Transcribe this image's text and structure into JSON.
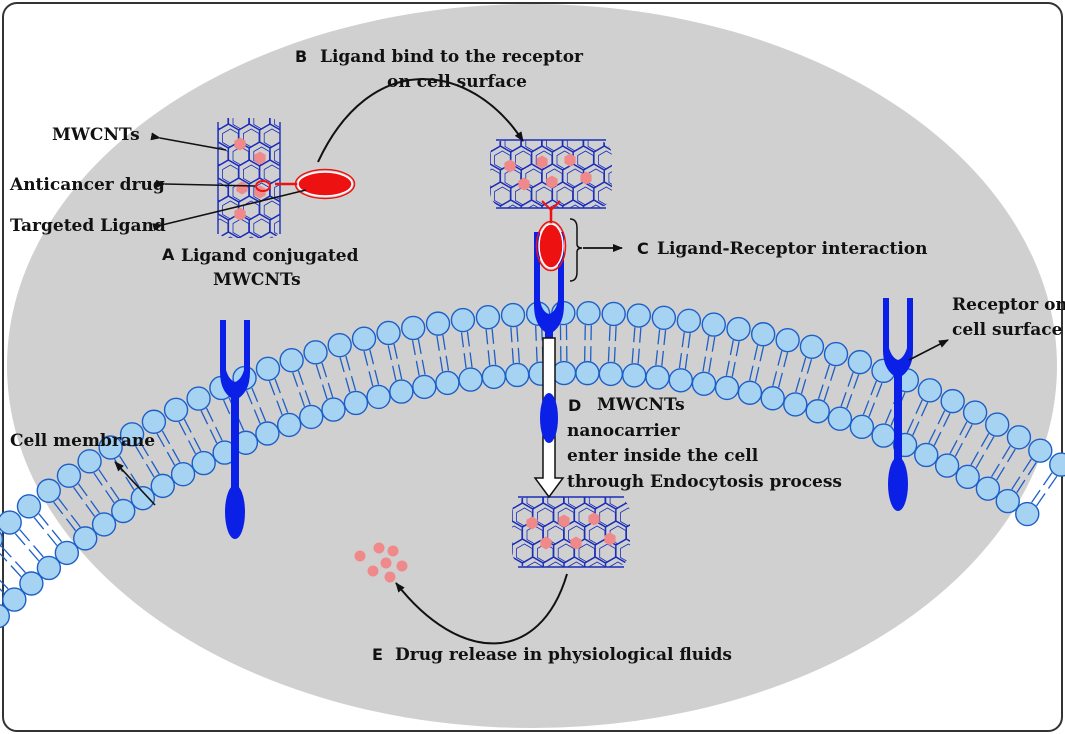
{
  "colors": {
    "background": "#d0d0d0",
    "frame": "#333333",
    "lipid_head": "#a7d3f3",
    "lipid_outline": "#1d5fc8",
    "receptor": "#0b20e6",
    "nanotube": "#1b2fb8",
    "drug": "#f08a8a",
    "ligand": "#ee1111"
  },
  "labels": {
    "mwcnts": "MWCNTs",
    "anticancer_drug": "Anticancer drug",
    "targeted_ligand": "Targeted  Ligand",
    "cell_membrane": "Cell membrane",
    "receptor_line1": "Receptor on",
    "receptor_line2": "cell surface"
  },
  "steps": {
    "a": {
      "letter": "A",
      "line1": "Ligand conjugated",
      "line2": "MWCNTs"
    },
    "b": {
      "letter": "B",
      "line1": "Ligand bind to the receptor",
      "line2": "on cell surface"
    },
    "c": {
      "letter": "C",
      "line1": "Ligand-Receptor interaction"
    },
    "d": {
      "letter": "D",
      "line1": "MWCNTs",
      "line2": "nanocarrier",
      "line3": "enter inside the cell",
      "line4": "through Endocytosis process"
    },
    "e": {
      "letter": "E",
      "line1": "Drug release in physiological fluids"
    }
  },
  "icons": {
    "nanotube": "nanotube-icon",
    "receptor": "receptor-icon",
    "ligand": "ligand-icon",
    "drug": "drug-particle-icon"
  }
}
